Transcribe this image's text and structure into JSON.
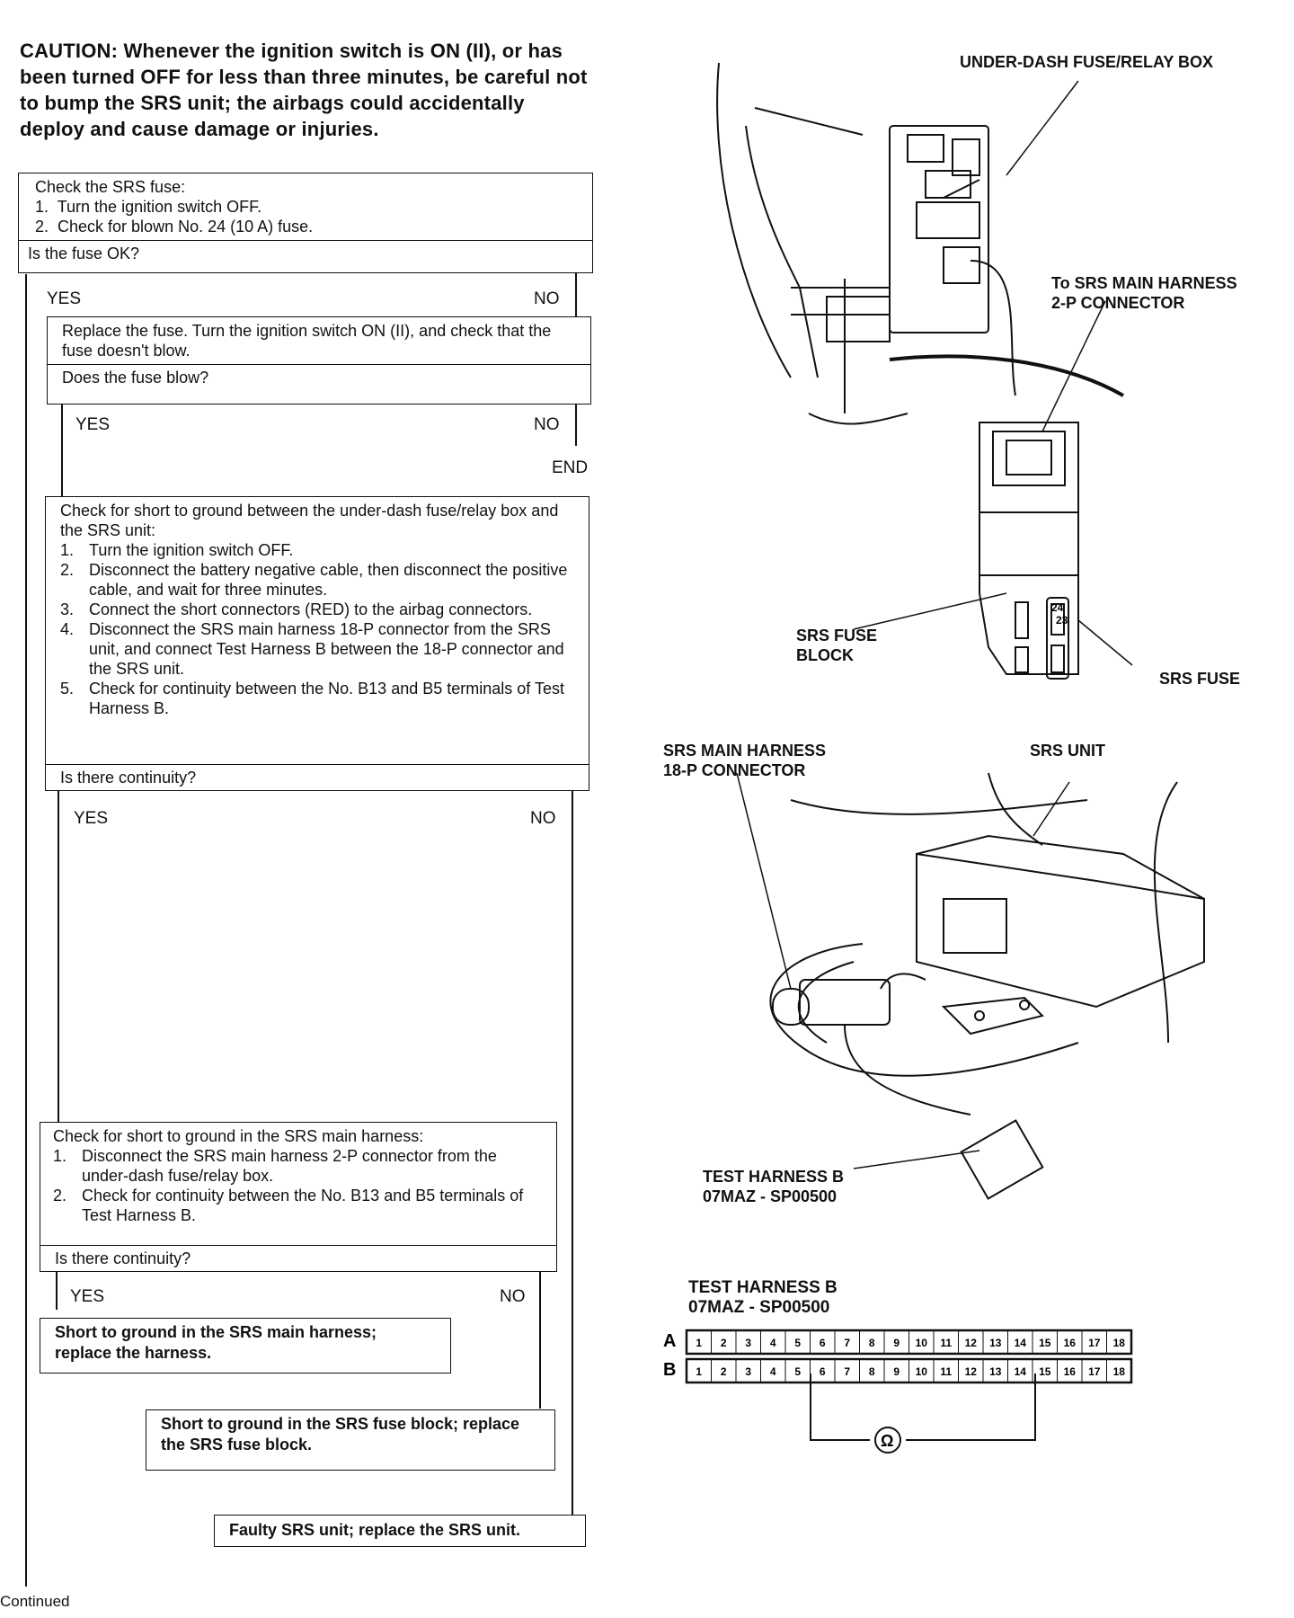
{
  "caution": "CAUTION: Whenever the ignition switch is ON (II), or has been turned OFF for less than three minutes, be careful not to bump the SRS unit; the airbags could accidentally deploy and cause damage or injuries.",
  "step1": {
    "title": "Check the SRS fuse:",
    "items": [
      "Turn the ignition switch OFF.",
      "Check for blown No. 24 (10 A) fuse."
    ],
    "question": "Is the fuse OK?"
  },
  "step2": {
    "text": "Replace the fuse. Turn the ignition switch ON (II), and check that the fuse doesn't blow.",
    "question": "Does the fuse blow?"
  },
  "step3": {
    "title": "Check for short to ground between the under-dash fuse/relay box and the SRS unit:",
    "items": [
      "Turn the ignition switch OFF.",
      "Disconnect the battery negative cable, then disconnect the positive cable, and wait for three minutes.",
      "Connect the short connectors (RED) to the airbag connectors.",
      "Disconnect the SRS main harness 18-P connector from the SRS unit, and connect Test Harness B between the 18-P connector and the SRS unit.",
      "Check for continuity between the No. B13 and B5 terminals of Test Harness B."
    ],
    "question": "Is there continuity?"
  },
  "step4": {
    "title": "Check for short to ground in the SRS main harness:",
    "items": [
      "Disconnect the SRS main harness 2-P connector from the under-dash fuse/relay box.",
      "Check for continuity between the No. B13 and B5 terminals of Test Harness B."
    ],
    "question": "Is there continuity?"
  },
  "labels": {
    "yes": "YES",
    "no": "NO",
    "end": "END"
  },
  "results": {
    "harness": "Short to ground in the SRS main harness; replace the harness.",
    "fuse_block": "Short to ground in the SRS fuse block; replace the SRS fuse block.",
    "unit": "Faulty SRS unit; replace the SRS unit."
  },
  "continued": "Continued",
  "figure": {
    "under_dash": "UNDER-DASH FUSE/RELAY BOX",
    "to_harness_1": "To SRS MAIN HARNESS",
    "to_harness_2": "2-P CONNECTOR",
    "fuse_block_1": "SRS FUSE",
    "fuse_block_2": "BLOCK",
    "srs_fuse": "SRS FUSE",
    "fuse_23": "23",
    "fuse_24": "24",
    "main_harness_1": "SRS MAIN HARNESS",
    "main_harness_2": "18-P CONNECTOR",
    "srs_unit": "SRS UNIT",
    "test_harness_1": "TEST HARNESS B",
    "test_harness_2": "07MAZ - SP00500",
    "connector_title_1": "TEST HARNESS B",
    "connector_title_2": "07MAZ - SP00500",
    "row_a": "A",
    "row_b": "B",
    "pins": [
      "1",
      "2",
      "3",
      "4",
      "5",
      "6",
      "7",
      "8",
      "9",
      "10",
      "11",
      "12",
      "13",
      "14",
      "15",
      "16",
      "17",
      "18"
    ],
    "meter": "Ω"
  }
}
